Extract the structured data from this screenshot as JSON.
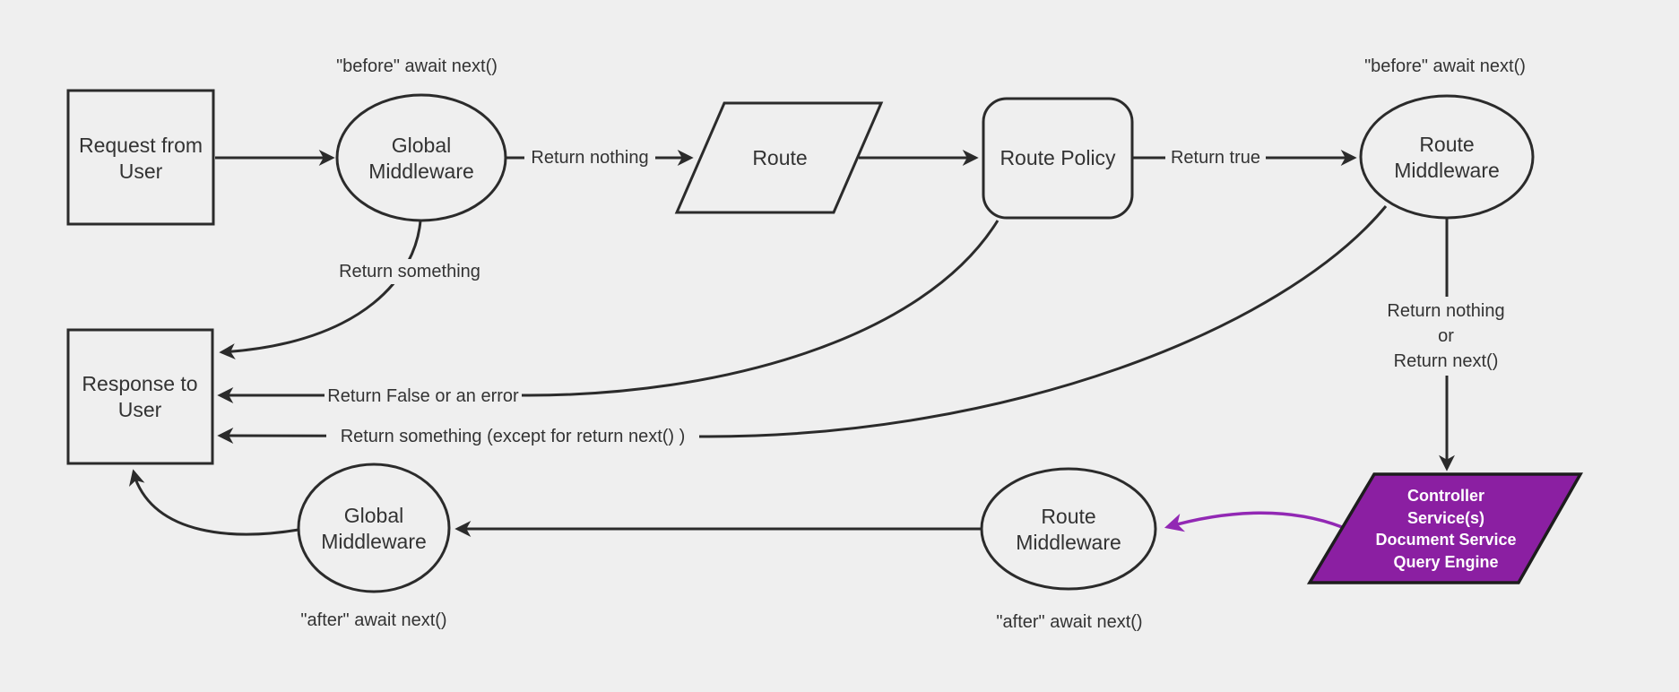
{
  "diagram": {
    "colors": {
      "background": "#efefef",
      "line": "#2b2b2b",
      "text": "#333333",
      "highlight_fill": "#8b1fa2",
      "highlight_text": "#ffffff",
      "highlight_arrow": "#9228b4"
    },
    "nodes": {
      "request": {
        "lines": [
          "Request from",
          "User"
        ]
      },
      "global_middleware_top": {
        "lines": [
          "Global",
          "Middleware"
        ]
      },
      "route": {
        "lines": [
          "Route"
        ]
      },
      "route_policy": {
        "lines": [
          "Route Policy"
        ]
      },
      "route_middleware_top": {
        "lines": [
          "Route",
          "Middleware"
        ]
      },
      "controller": {
        "lines": [
          "Controller",
          "Service(s)",
          "Document Service",
          "Query Engine"
        ]
      },
      "route_middleware_bottom": {
        "lines": [
          "Route",
          "Middleware"
        ]
      },
      "global_middleware_bottom": {
        "lines": [
          "Global",
          "Middleware"
        ]
      },
      "response": {
        "lines": [
          "Response to",
          "User"
        ]
      }
    },
    "labels": {
      "before_await_left": "\"before\" await next()",
      "before_await_right": "\"before\" await next()",
      "return_nothing": "Return nothing",
      "return_true": "Return true",
      "return_something": "Return something",
      "return_false_or_error": "Return False or an error",
      "return_something_except": "Return something (except for return next() )",
      "return_nothing_or": [
        "Return nothing",
        "or",
        "Return next()"
      ],
      "after_await_left": "\"after\" await next()",
      "after_await_right": "\"after\" await next()"
    }
  }
}
